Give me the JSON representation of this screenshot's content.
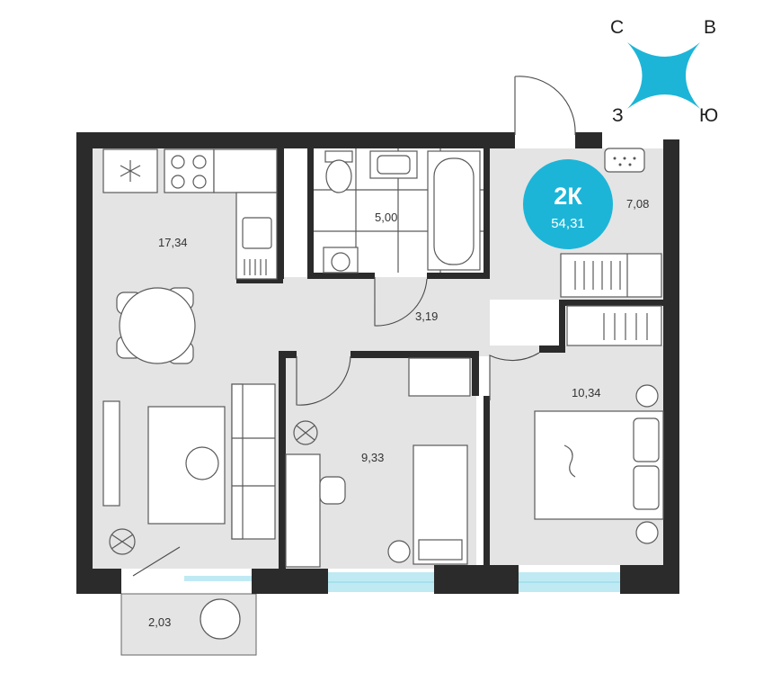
{
  "compass": {
    "north": "С",
    "east": "В",
    "west": "З",
    "south": "Ю"
  },
  "badge": {
    "title": "2К",
    "total_area": "54,31"
  },
  "rooms": {
    "living_kitchen": "17,34",
    "bathroom": "5,00",
    "corridor": "3,19",
    "hallway": "7,08",
    "bedroom_small": "9,33",
    "bedroom_large": "10,34",
    "balcony": "2,03"
  },
  "colors": {
    "accent": "#1cb5d8",
    "wall": "#2b2b2b",
    "floor": "#e4e4e4",
    "window": "#bfeaf4"
  },
  "icons": [
    "compass-star-icon",
    "snowflake-icon",
    "stove-burner-icon",
    "sink-icon",
    "toilet-icon",
    "bathtub-icon",
    "washing-machine-icon",
    "wardrobe-icon",
    "dining-table-icon",
    "sofa-icon",
    "armchair-icon",
    "bed-icon",
    "desk-icon",
    "plant-icon",
    "cat-icon",
    "shoe-rack-icon"
  ]
}
